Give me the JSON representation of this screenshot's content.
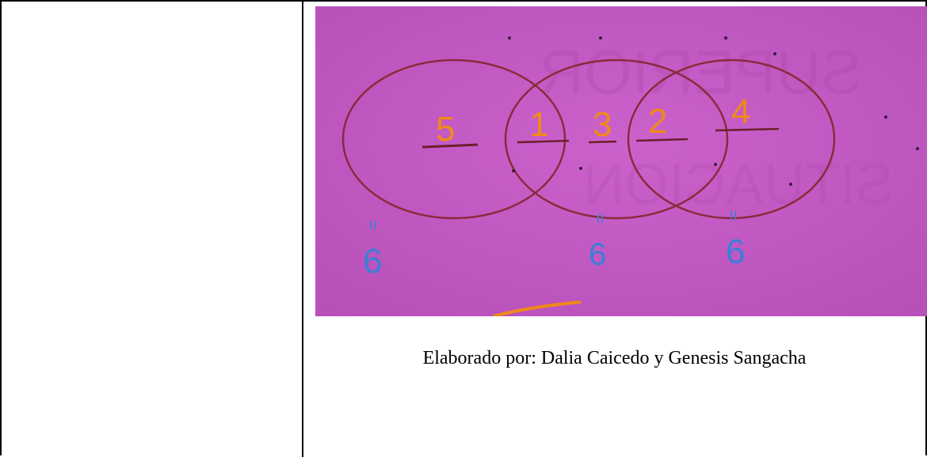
{
  "photo": {
    "background_color": "#c559c6",
    "circle_color": "#8b2a3a",
    "orange_color": "#f08a18",
    "blue_color": "#3a7fd8",
    "numbers": {
      "circle_left": "5",
      "overlap_left": "1",
      "center": "3",
      "overlap_right": "2",
      "circle_right": "4"
    },
    "equals_marks": [
      "=",
      "=",
      "="
    ],
    "sums": [
      "6",
      "6",
      "6"
    ],
    "faint_text_top": "SUPERIOR",
    "faint_text_bottom": "SITUACION"
  },
  "caption": "Elaborado por: Dalia Caicedo y Genesis Sangacha"
}
